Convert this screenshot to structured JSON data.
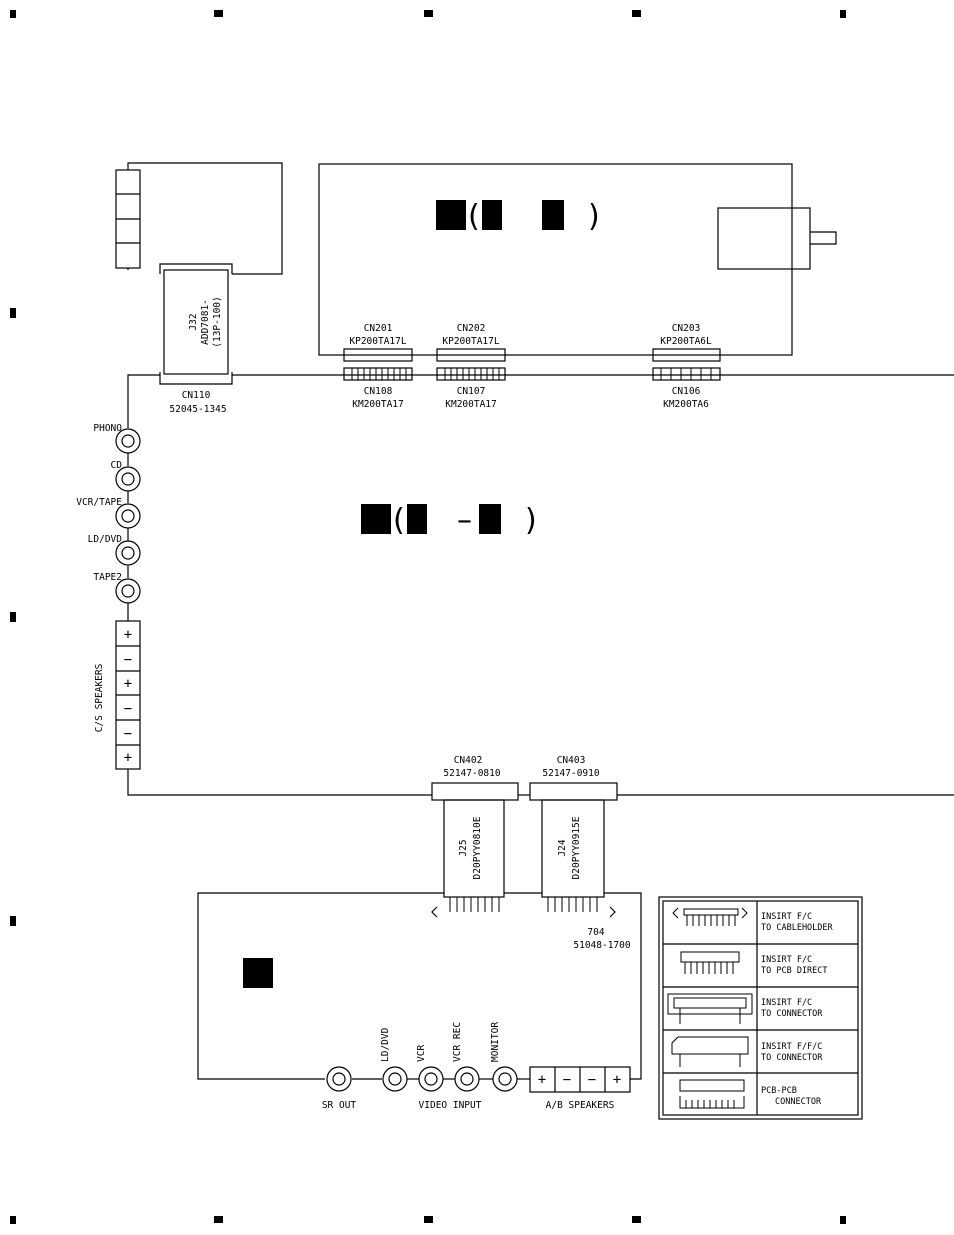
{
  "connectors_top": {
    "cn201": {
      "name": "CN201",
      "part": "KP200TA17L"
    },
    "cn202": {
      "name": "CN202",
      "part": "KP200TA17L"
    },
    "cn203": {
      "name": "CN203",
      "part": "KP200TA6L"
    },
    "cn108": {
      "name": "CN108",
      "part": "KM200TA17"
    },
    "cn107": {
      "name": "CN107",
      "part": "KM200TA17"
    },
    "cn106": {
      "name": "CN106",
      "part": "KM200TA6"
    },
    "cn110": {
      "name": "CN110",
      "part": "52045-1345"
    },
    "j32": {
      "name": "J32",
      "part": "ADD7081-",
      "spec": "(13P-100)"
    }
  },
  "jacks": [
    "PHONO",
    "CD",
    "VCR/TAPE",
    "LD/DVD",
    "TAPE2"
  ],
  "cs_speakers": {
    "label": "C/S SPEAKERS",
    "terminals": [
      "+",
      "−",
      "+",
      "−",
      "−",
      "+"
    ]
  },
  "connectors_bottom": {
    "cn402": {
      "name": "CN402",
      "part": "52147-0810"
    },
    "cn403": {
      "name": "CN403",
      "part": "52147-0910"
    },
    "j25": {
      "name": "J25",
      "part": "D20PYY0810E"
    },
    "j24": {
      "name": "J24",
      "part": "D20PYY0915E"
    },
    "c704": {
      "name": "704",
      "part": "51048-1700"
    }
  },
  "bottom_board": {
    "sr_out": "SR OUT",
    "video_input": "VIDEO INPUT",
    "video_jacks": [
      "LD/DVD",
      "VCR",
      "VCR REC",
      "MONITOR"
    ],
    "ab_speakers": {
      "label": "A/B SPEAKERS",
      "terminals": [
        "+",
        "−",
        "−",
        "+"
      ]
    }
  },
  "board_title_a": {
    "dash": ""
  },
  "board_title_b": {
    "dash": "–"
  },
  "legend": [
    {
      "line1": "INSIRT F/C",
      "line2": "TO CABLEHOLDER"
    },
    {
      "line1": "INSIRT F/C",
      "line2": "TO PCB DIRECT"
    },
    {
      "line1": "INSIRT F/C",
      "line2": "TO CONNECTOR"
    },
    {
      "line1": "INSIRT F/F/C",
      "line2": "TO CONNECTOR"
    },
    {
      "line1": "PCB-PCB",
      "line2": "CONNECTOR"
    }
  ]
}
